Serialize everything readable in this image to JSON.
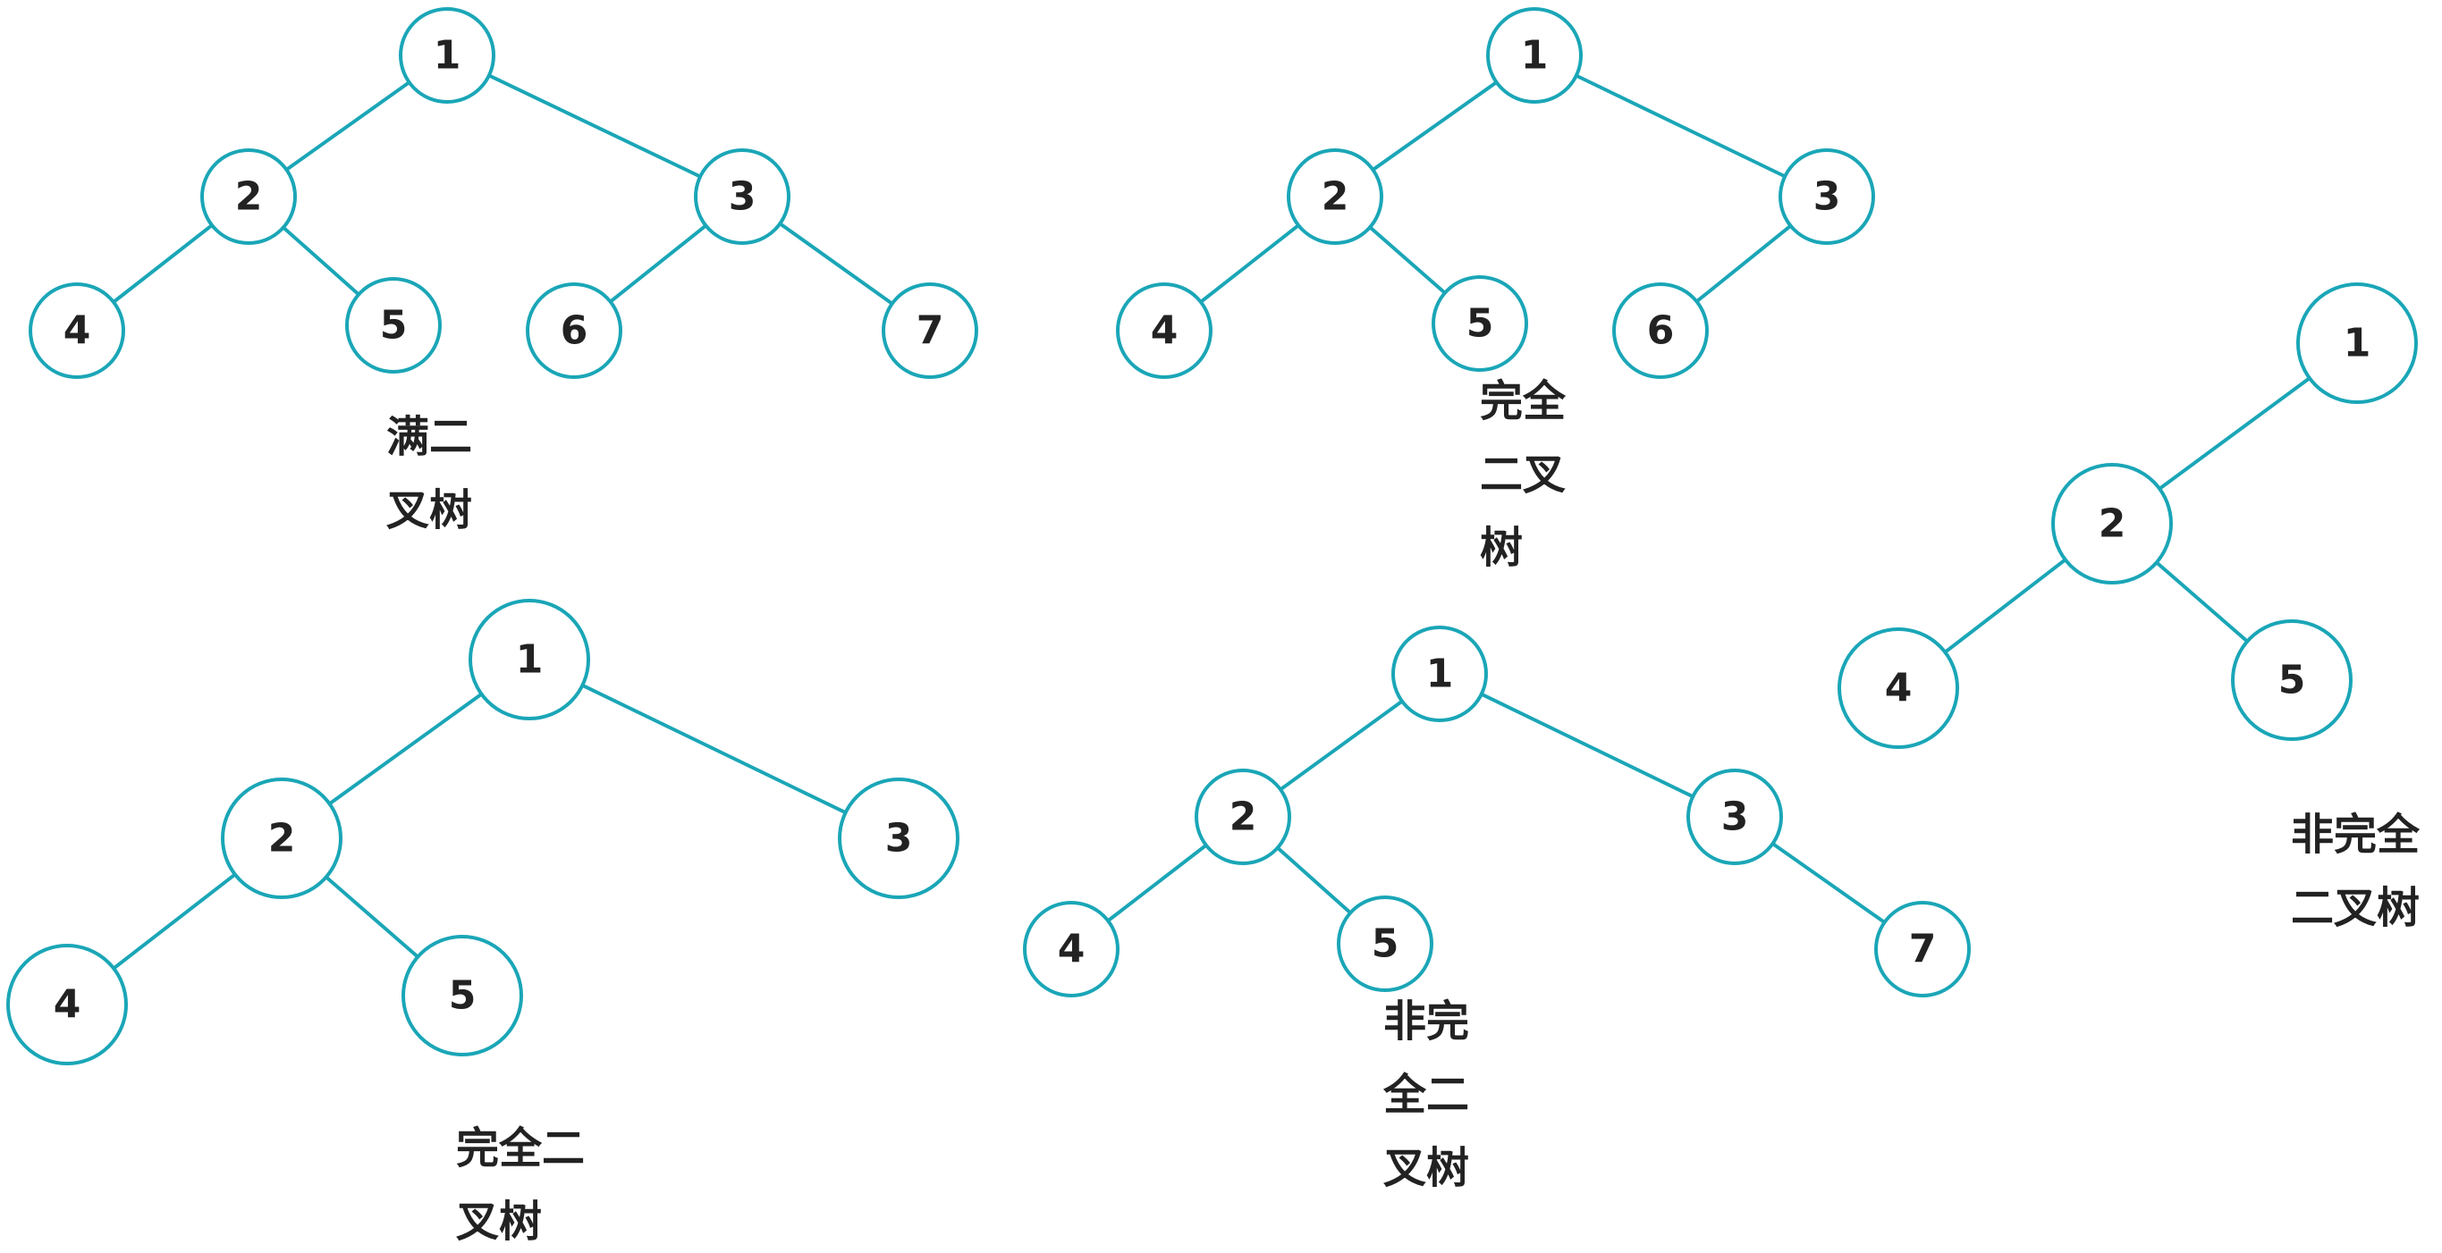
{
  "colors": {
    "edge": "#1aa6b7",
    "node_stroke": "#1aa6b7",
    "node_fill": "#ffffff",
    "text": "#222222"
  },
  "trees": [
    {
      "id": "tree-a",
      "caption_lines": [
        "满二",
        "叉树"
      ],
      "nodes": [
        "1",
        "2",
        "3",
        "4",
        "5",
        "6",
        "7"
      ],
      "edges": [
        [
          "1",
          "2"
        ],
        [
          "1",
          "3"
        ],
        [
          "2",
          "4"
        ],
        [
          "2",
          "5"
        ],
        [
          "3",
          "6"
        ],
        [
          "3",
          "7"
        ]
      ]
    },
    {
      "id": "tree-b",
      "caption_lines": [
        "完全",
        "二叉",
        "树"
      ],
      "nodes": [
        "1",
        "2",
        "3",
        "4",
        "5",
        "6"
      ],
      "edges": [
        [
          "1",
          "2"
        ],
        [
          "1",
          "3"
        ],
        [
          "2",
          "4"
        ],
        [
          "2",
          "5"
        ],
        [
          "3",
          "6"
        ]
      ]
    },
    {
      "id": "tree-c",
      "caption_lines": [
        "非完全",
        "二叉树"
      ],
      "nodes": [
        "1",
        "2",
        "4",
        "5"
      ],
      "edges": [
        [
          "1",
          "2"
        ],
        [
          "2",
          "4"
        ],
        [
          "2",
          "5"
        ]
      ]
    },
    {
      "id": "tree-d",
      "caption_lines": [
        "完全二",
        "叉树"
      ],
      "nodes": [
        "1",
        "2",
        "3",
        "4",
        "5"
      ],
      "edges": [
        [
          "1",
          "2"
        ],
        [
          "1",
          "3"
        ],
        [
          "2",
          "4"
        ],
        [
          "2",
          "5"
        ]
      ]
    },
    {
      "id": "tree-e",
      "caption_lines": [
        "非完",
        "全二",
        "叉树"
      ],
      "nodes": [
        "1",
        "2",
        "3",
        "4",
        "5",
        "7"
      ],
      "edges": [
        [
          "1",
          "2"
        ],
        [
          "1",
          "3"
        ],
        [
          "2",
          "4"
        ],
        [
          "2",
          "5"
        ],
        [
          "3",
          "7"
        ]
      ]
    }
  ]
}
